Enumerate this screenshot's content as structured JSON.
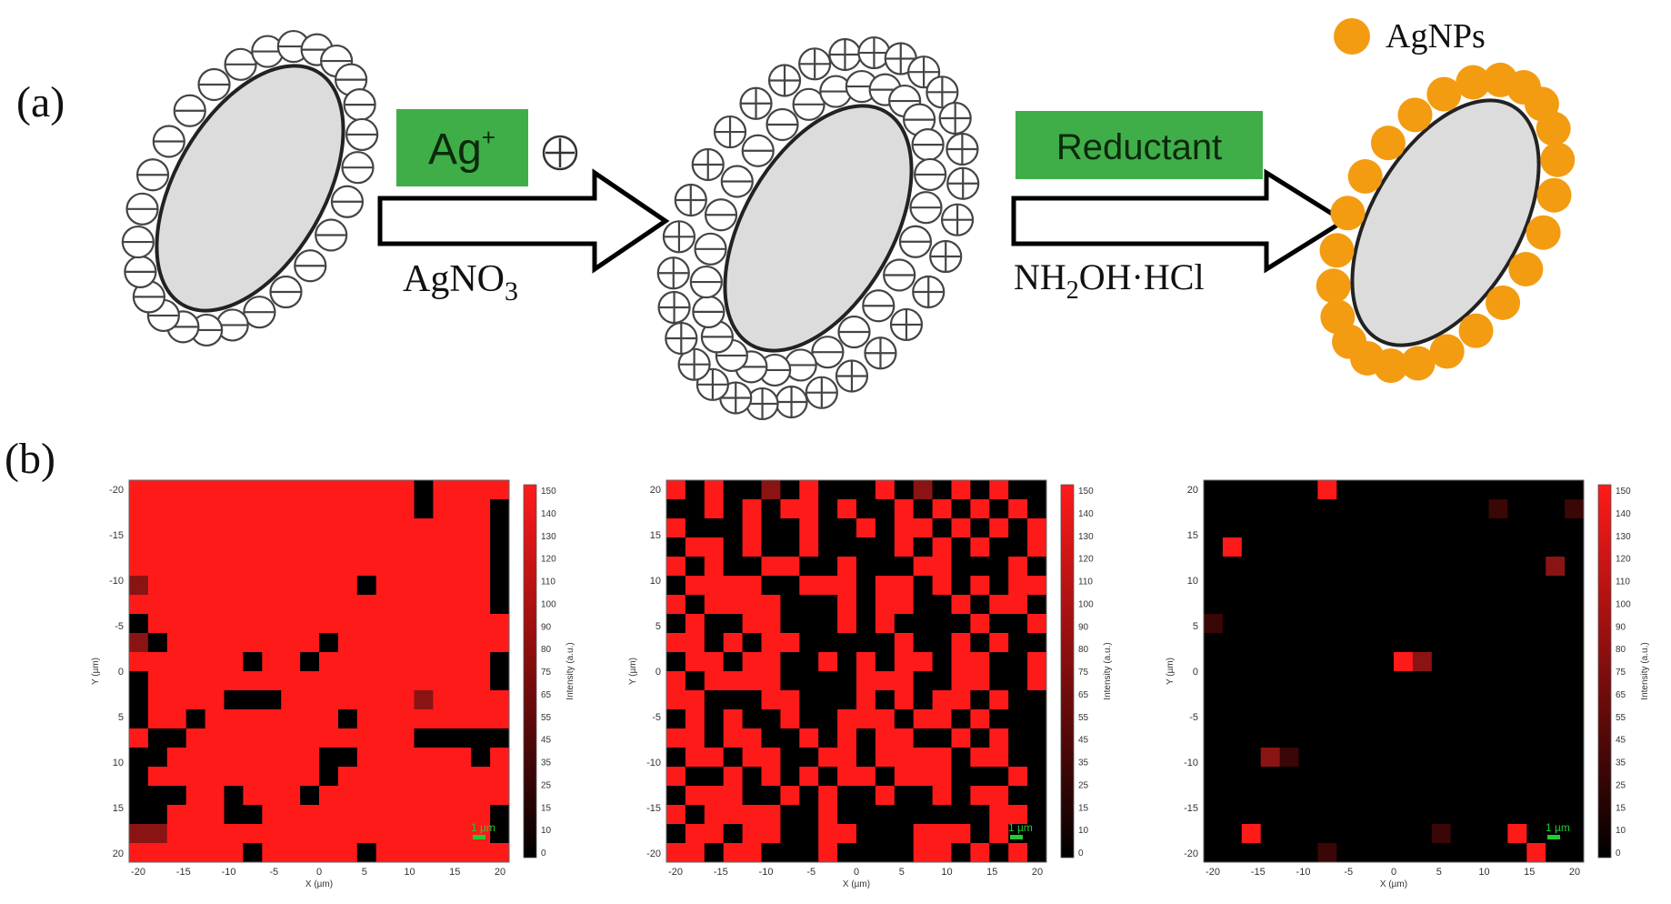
{
  "panel_a": {
    "label": "(a)",
    "step1": {
      "badge_text": "Ag",
      "badge_sup": "+",
      "reagent": "AgNO",
      "reagent_sub": "3"
    },
    "step2": {
      "badge_text": "Reductant",
      "reagent_pre": "NH",
      "reagent_sub": "2",
      "reagent_post": "OH·HCl"
    },
    "legend_label": "AgNPs",
    "colors": {
      "badge": "#3fae49",
      "particle": "#f39c12",
      "core": "#dcdcdc"
    }
  },
  "panel_b": {
    "label": "(b)",
    "scale_bar": "1 µm",
    "colors": {
      "high": "#ff1a1a",
      "low": "#000000"
    }
  },
  "chart_data": [
    {
      "type": "heatmap",
      "title": "",
      "xlabel": "X (µm)",
      "ylabel": "Y (µm)",
      "xticks": [
        "-20",
        "-15",
        "-10",
        "-5",
        "0",
        "5",
        "10",
        "15",
        "20"
      ],
      "yticks": [
        "-20",
        "-15",
        "-10",
        "-5",
        "0",
        "5",
        "10",
        "15",
        "20"
      ],
      "colorbar": {
        "label": "Intensity (a.u.)",
        "range": [
          0,
          150
        ],
        "ticks": [
          "150",
          "140",
          "130",
          "120",
          "110",
          "100",
          "90",
          "80",
          "75",
          "65",
          "55",
          "45",
          "35",
          "25",
          "15",
          "10",
          "0"
        ]
      },
      "grid_size": [
        20,
        20
      ],
      "rows": [
        "HHHHHHHHHHHHHHHLHHHH",
        "HHHHHHHHHHHHHHHLHHHL",
        "HHHHHHHHHHHHHHHHHHHL",
        "HHHHHHHHHHHHHHHHHHHL",
        "HHHHHHHHHHHHHHHHHHHL",
        "MHHHHHHHHHHHLHHHHHHL",
        "HHHHHHHHHHHHHHHHHHHL",
        "LHHHHHHHHHHHHHHHHHHH",
        "MLHHHHHHHHLHHHHHHHHH",
        "HHHHHHLHHLHHHHHHHHHL",
        "LHHHHHHHHHHHHHHHHHHL",
        "LHHHHLLLHHHHHHHMHHHH",
        "LHHLHHHHHHHLHHHHHHHH",
        "HLLHHHHHHHHHHHHLLLLL",
        "LLHHHHHHHHLLHHHHHHLH",
        "LHHHHHHHHHLHHHHHHHHH",
        "LLLHHLHHHLHHHHHHHHHH",
        "LLHHHLLHHHHHHHHHHHHL",
        "MMHHHHHHHHHHHHHHHHHL",
        "HHHHHHLHHHHHLHHHHHHH"
      ]
    },
    {
      "type": "heatmap",
      "title": "",
      "xlabel": "X (µm)",
      "ylabel": "Y (µm)",
      "xticks": [
        "-20",
        "-15",
        "-10",
        "-5",
        "0",
        "5",
        "10",
        "15",
        "20"
      ],
      "yticks": [
        "20",
        "15",
        "10",
        "5",
        "0",
        "-5",
        "-10",
        "-15",
        "-20"
      ],
      "colorbar": {
        "label": "Intensity (a.u.)",
        "range": [
          0,
          150
        ],
        "ticks": [
          "150",
          "140",
          "130",
          "120",
          "110",
          "100",
          "90",
          "80",
          "75",
          "65",
          "55",
          "45",
          "35",
          "25",
          "15",
          "10",
          "0"
        ]
      },
      "grid_size": [
        20,
        20
      ],
      "rows": [
        "HLHLLMLHLLLHLMLHLHLL",
        "LLHLHLHHLHLLHLHLHLHL",
        "HLLLHLLHLLHLHHLHLHLH",
        "LHHLHLLHLLLLHLHLHLLH",
        "HLHLLHHLLHLLLHHLLLHL",
        "LHHHHLLHHHLHHLHLHLHH",
        "HLHHHHLLLHLHHLLHLHHL",
        "LHLLHHLLLHLHLLLLHLLH",
        "HHLHLHHLLLLLHLLHLHLL",
        "LHHLHHLLHLHLHHLHHLLH",
        "HLHHHHLLLLHHHLLHHLLH",
        "HHLLLHHLLLHLHLHHLHLL",
        "LHLHLLHLLHHHLHHLHLLL",
        "HHLHHLLHLHLHHLLHLHLL",
        "LHHLHHLLHHLHHHHLHHLL",
        "HLLHLHLHLHHLHHHLLLHL",
        "LHHHLLHLHLLHLLHLHHLL",
        "HLHHHHLLHLLLLLLLLHHL",
        "LHHLHHLLHHLLLHHHLHLL",
        "HHLHHLLLHLLLLHHLHLHL"
      ]
    },
    {
      "type": "heatmap",
      "title": "",
      "xlabel": "X (µm)",
      "ylabel": "Y (µm)",
      "xticks": [
        "-20",
        "-15",
        "-10",
        "-5",
        "0",
        "5",
        "10",
        "15",
        "20"
      ],
      "yticks": [
        "20",
        "15",
        "10",
        "5",
        "0",
        "-5",
        "-10",
        "-15",
        "-20"
      ],
      "colorbar": {
        "label": "Intensity (a.u.)",
        "range": [
          0,
          150
        ],
        "ticks": [
          "150",
          "140",
          "130",
          "120",
          "110",
          "100",
          "90",
          "80",
          "75",
          "65",
          "55",
          "45",
          "35",
          "25",
          "15",
          "10",
          "0"
        ]
      },
      "grid_size": [
        20,
        20
      ],
      "rows": [
        "LLLLLLHLLLLLLLLLLLLL",
        "LLLLLLLLLLLLLLLDLLLD",
        "LLLLLLLLLLLLLLLLLLLL",
        "LHLLLLLLLLLLLLLLLLLL",
        "LLLLLLLLLLLLLLLLLLML",
        "LLLLLLLLLLLLLLLLLLLL",
        "LLLLLLLLLLLLLLLLLLLL",
        "DLLLLLLLLLLLLLLLLLLL",
        "LLLLLLLLLLLLLLLLLLLL",
        "LLLLLLLLLLHMLLLLLLLL",
        "LLLLLLLLLLLLLLLLLLLL",
        "LLLLLLLLLLLLLLLLLLLL",
        "LLLLLLLLLLLLLLLLLLLL",
        "LLLLLLLLLLLLLLLLLLLL",
        "LLLMDLLLLLLLLLLLLLLL",
        "LLLLLLLLLLLLLLLLLLLL",
        "LLLLLLLLLLLLLLLLLLLL",
        "LLLLLLLLLLLLLLLLLLLL",
        "LLHLLLLLLLLLDLLLHLLL",
        "LLLLLLDLLLLLLLLLLHLL"
      ]
    }
  ]
}
